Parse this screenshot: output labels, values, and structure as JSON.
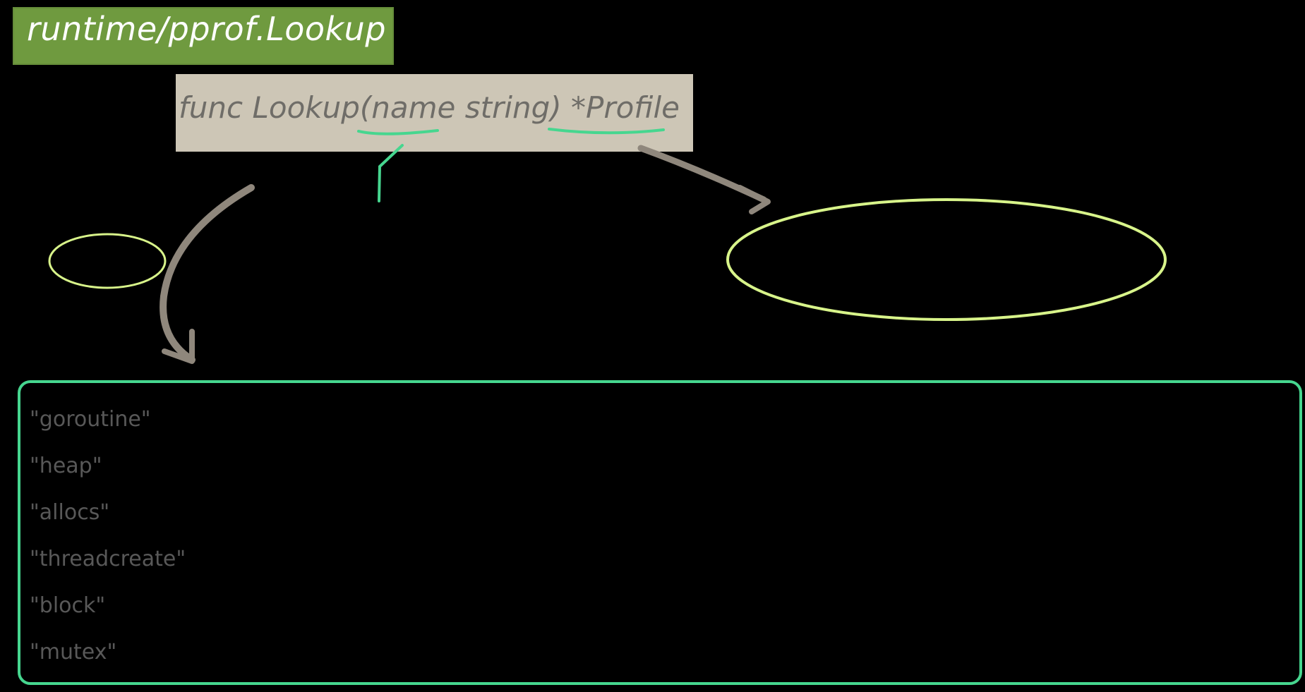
{
  "title": "runtime/pprof.Lookup",
  "signature": {
    "prefix": "func Lookup(",
    "param": "name",
    "middle": " string) ",
    "return_type": "*Profile"
  },
  "param_note": "",
  "small_oval_label": "",
  "return_note": [
    "",
    ""
  ],
  "profiles": [
    {
      "name": "\"goroutine\"",
      "desc": ""
    },
    {
      "name": "\"heap\"",
      "desc": ""
    },
    {
      "name": "\"allocs\"",
      "desc": ""
    },
    {
      "name": "\"threadcreate\"",
      "desc": ""
    },
    {
      "name": "\"block\"",
      "desc": ""
    },
    {
      "name": "\"mutex\"",
      "desc": ""
    }
  ],
  "colors": {
    "title_bg": "#6f9a3f",
    "signature_bg": "#cdc6b6",
    "accent_green": "#46d68f",
    "oval_lime": "#d8f48a",
    "arrow": "#8f877c"
  }
}
